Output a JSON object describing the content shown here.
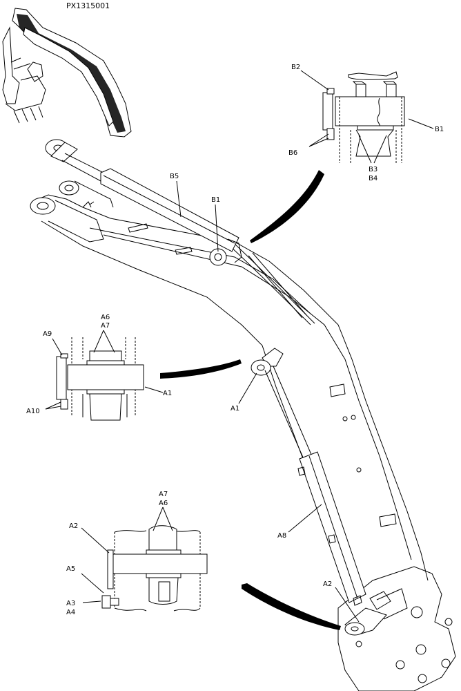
{
  "header": {
    "code": "PX1315001"
  },
  "labels": {
    "B1": "B1",
    "B2": "B2",
    "B3": "B3",
    "B4": "B4",
    "B5": "B5",
    "B6": "B6",
    "A1": "A1",
    "A2": "A2",
    "A3": "A3",
    "A4": "A4",
    "A5": "A5",
    "A6": "A6",
    "A7": "A7",
    "A8": "A8",
    "A9": "A9",
    "A10": "A10"
  }
}
